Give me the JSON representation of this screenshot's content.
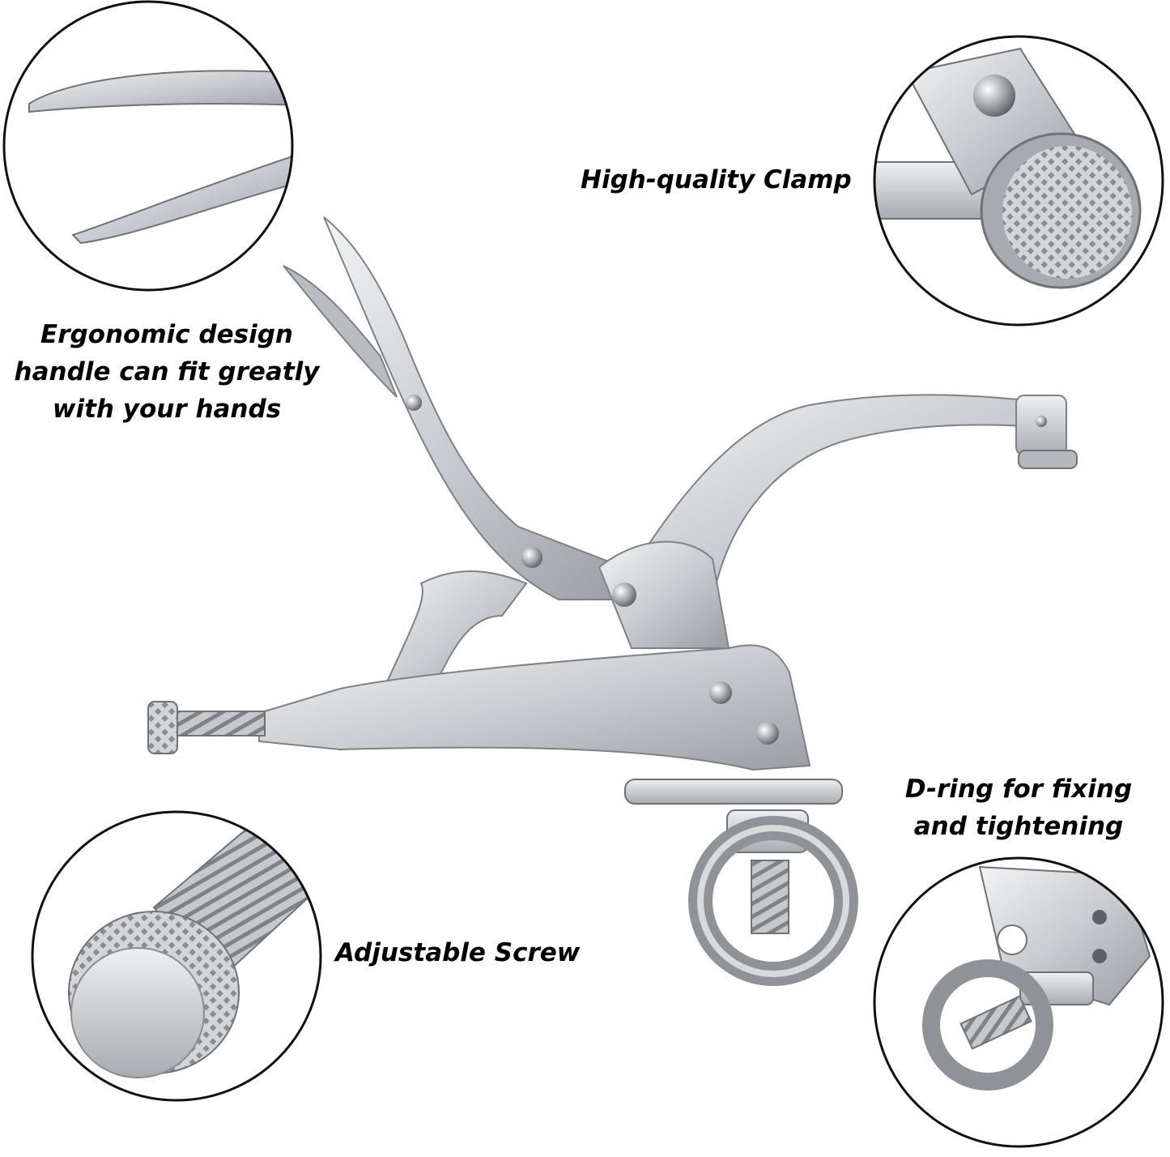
{
  "features": {
    "ergonomic_handle": {
      "lines": [
        "Ergonomic design",
        "handle can fit greatly",
        "with your hands"
      ]
    },
    "clamp": {
      "label": "High-quality Clamp"
    },
    "d_ring": {
      "lines": [
        "D-ring for fixing",
        "and tightening"
      ]
    },
    "screw": {
      "label": "Adjustable Screw"
    }
  },
  "colors": {
    "background": "#ffffff",
    "text": "#000000",
    "steel_light": "#e4e6e8",
    "steel_mid": "#c3c6c9",
    "steel_dark": "#8d9196",
    "circle_border": "#111111"
  },
  "icons": [
    "locking-pliers-image",
    "jaw-tips-detail",
    "knurled-clamp-pad-detail",
    "knurled-screw-knob-detail",
    "eye-bolt-d-ring-detail"
  ]
}
